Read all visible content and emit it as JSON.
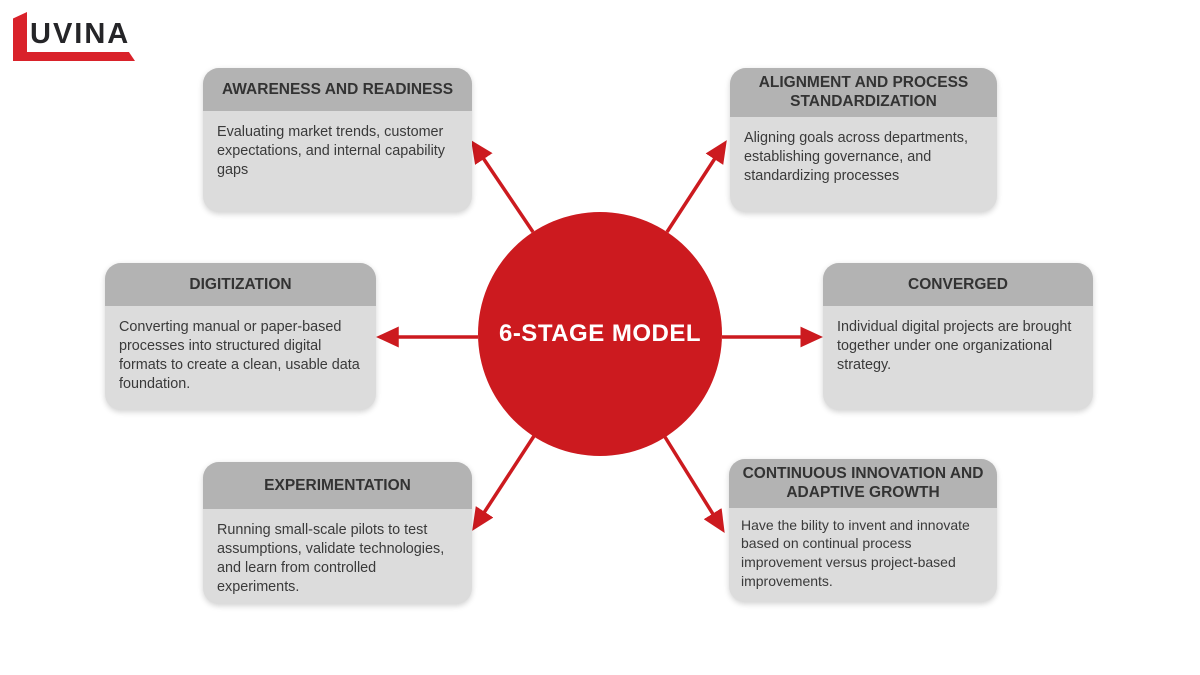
{
  "logo": {
    "text": "UVINA",
    "accent_color": "#d9222a",
    "text_color": "#252528"
  },
  "center": {
    "label": "6-STAGE MODEL",
    "circle_color": "#cc1a1f",
    "text_color": "#ffffff"
  },
  "boxes": [
    {
      "id": "awareness-and-readiness",
      "title": "AWARENESS AND READINESS",
      "description": "Evaluating market trends, customer expectations, and internal capability gaps"
    },
    {
      "id": "alignment-and-process-standardization",
      "title": "ALIGNMENT AND PROCESS STANDARDIZATION",
      "description": "Aligning goals across departments, establishing governance, and standardizing processes"
    },
    {
      "id": "digitization",
      "title": "DIGITIZATION",
      "description": "Converting manual or paper-based processes into structured digital formats to create a clean, usable data foundation."
    },
    {
      "id": "converged",
      "title": "CONVERGED",
      "description": "Individual digital projects are brought together under one organizational strategy."
    },
    {
      "id": "experimentation",
      "title": "EXPERIMENTATION",
      "description": "Running small-scale pilots to test assumptions, validate technologies, and learn from controlled experiments."
    },
    {
      "id": "continuous-innovation-and-adaptive-growth",
      "title": "CONTINUOUS INNOVATION AND ADAPTIVE GROWTH",
      "description": "Have the bility to invent and innovate based on continual process improvement versus project-based improvements."
    }
  ],
  "colors": {
    "header_bg": "#b3b3b3",
    "body_bg": "#dcdcdc",
    "arrow": "#cc1a1f",
    "title_text": "#333333",
    "body_text": "#3a3a3a",
    "background": "#ffffff"
  }
}
